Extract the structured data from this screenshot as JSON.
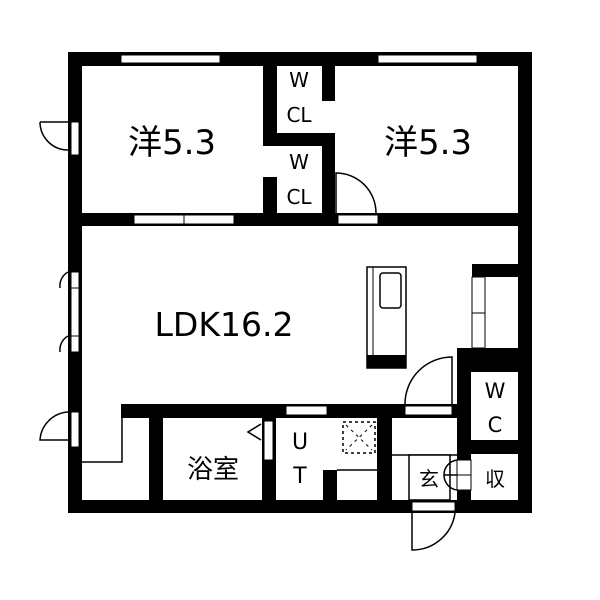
{
  "rooms": {
    "bedroom_left": "洋5.3",
    "bedroom_right": "洋5.3",
    "closet_w1": "W",
    "closet_cl1": "CL",
    "closet_w2": "W",
    "closet_cl2": "CL",
    "ldk": "LDK16.2",
    "bath": "浴室",
    "utility_u": "U",
    "utility_t": "T",
    "toilet_w": "W",
    "toilet_c": "C",
    "entrance": "玄",
    "storage": "収"
  },
  "colors": {
    "wall": "#000000",
    "background": "#ffffff"
  }
}
